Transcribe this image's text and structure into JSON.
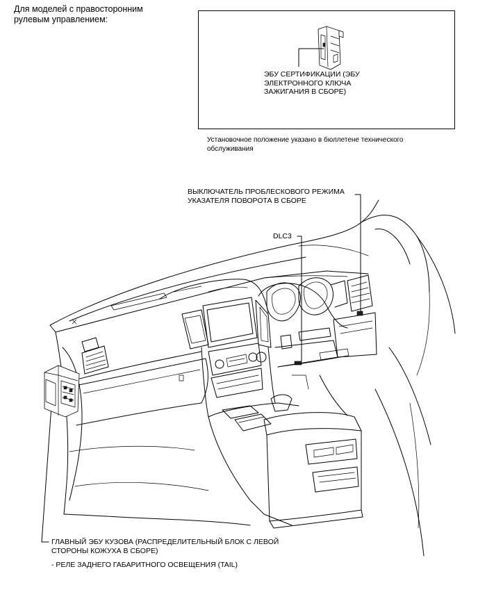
{
  "header": {
    "note": "Для моделей с правосторонним\nрулевым управлением:"
  },
  "inset": {
    "component_label": "ЭБУ СЕРТИФИКАЦИИ (ЭБУ\nЭЛЕКТРОННОГО КЛЮЧА\nЗАЖИГАНИЯ В СБОРЕ)",
    "caption": "Установочное положение указано в бюллетене технического\nобслуживания"
  },
  "callouts": {
    "turn_signal_switch": "ВЫКЛЮЧАТЕЛЬ ПРОБЛЕСКОВОГО РЕЖИМА\nУКАЗАТЕЛЯ ПОВОРОТА В СБОРЕ",
    "dlc3": "DLC3",
    "main_body_ecu": "ГЛАВНЫЙ ЭБУ КУЗОВА (РАСПРЕДЕЛИТЕЛЬНЫЙ БЛОК С ЛЕВОЙ\nСТОРОНЫ КОЖУХА В СБОРЕ)",
    "tail_relay": "- РЕЛЕ ЗАДНЕГО ГАБАРИТНОГО ОСВЕЩЕНИЯ (TAIL)"
  }
}
